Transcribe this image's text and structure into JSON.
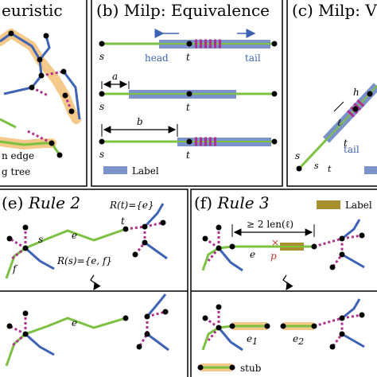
{
  "colors": {
    "edge_green": "#7cc142",
    "path_blue": "#3e63b5",
    "dotted_magenta": "#b0308f",
    "highlight_orange": "#f5c98a",
    "label_blue": "#7b93c9",
    "label_olive": "#a8902e",
    "node_black": "#000000",
    "frame": "#000000"
  },
  "panels": {
    "a": {
      "title": "euristic",
      "legend_edge": "n edge",
      "legend_tree": "g tree"
    },
    "b": {
      "title_prefix": "(b) ",
      "title_main": "Milp: Equivalence",
      "s_label": "s",
      "t_label": "t",
      "head_label": "head",
      "tail_label": "tail",
      "a_label": "a",
      "b_label": "b",
      "legend_label": "Label"
    },
    "c": {
      "title_prefix": "(c) ",
      "title_main": "Milp: V",
      "s_prime": "s",
      "t_prime": "t",
      "l_label": "ℓ",
      "h_label": "h",
      "tail_label": "tail",
      "s_sub": "s",
      "t_sub": "t"
    },
    "e": {
      "title_prefix": "(e) ",
      "title_main": "Rule 2",
      "formula_top": "R",
      "formula_top_rest": "(t)={e}",
      "formula_mid": "R",
      "formula_mid_rest": "(s)={e, f}",
      "s_label": "s",
      "t_label": "t",
      "e_label": "e",
      "f_label": "f"
    },
    "f": {
      "title_prefix": "(f) ",
      "title_main": "Rule 3",
      "legend_label": "Label",
      "len_text": "≥ 2 len(ℓ)",
      "e_label": "e",
      "p_label": "p",
      "e1_label": "e",
      "e2_label": "e",
      "stub_label": "stub"
    }
  }
}
